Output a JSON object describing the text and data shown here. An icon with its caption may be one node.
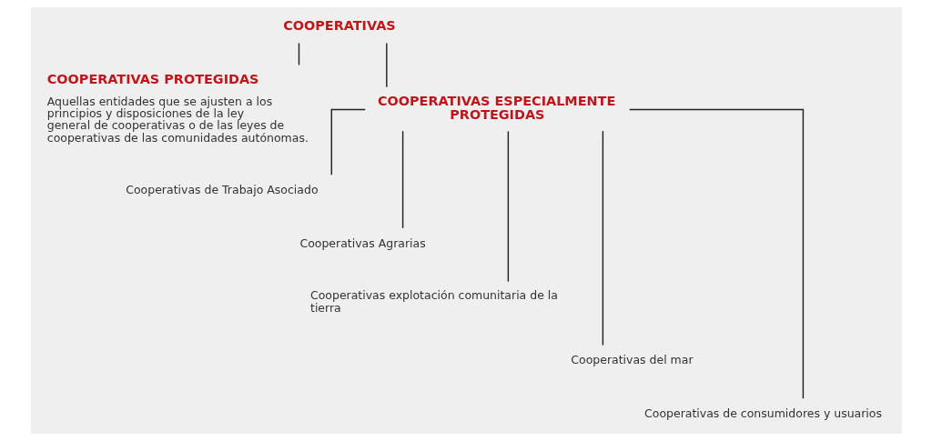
{
  "diagram": {
    "nodes": [
      {
        "text": [
          "COOPERATIVAS"
        ]
      },
      {
        "text": [
          "COOPERATIVAS PROTEGIDAS",
          "Aquellas entidades que se ajusten a los principios y disposiciones de la ley general de cooperativas o de las leyes de cooperativas de las comunidades autónomas."
        ]
      },
      {
        "text": [
          "COOPERATIVAS ESPECIALMENTE PROTEGIDAS"
        ]
      },
      {
        "text": [
          "Cooperativas de Trabajo Asociado"
        ]
      },
      {
        "text": [
          "Cooperativas Agrarias"
        ]
      },
      {
        "text": [
          "Cooperativas explotación comunitaria de la tierra"
        ]
      },
      {
        "text": [
          "Cooperativas del mar"
        ]
      },
      {
        "text": [
          "Cooperativas de consumidores y usuarios"
        ]
      }
    ],
    "edges": [
      {
        "from": 0,
        "to": 1,
        "arrow": "none"
      },
      {
        "from": 0,
        "to": 2,
        "arrow": "none"
      },
      {
        "from": 2,
        "to": 3,
        "arrow": "none"
      },
      {
        "from": 2,
        "to": 4,
        "arrow": "none"
      },
      {
        "from": 2,
        "to": 5,
        "arrow": "none"
      },
      {
        "from": 2,
        "to": 6,
        "arrow": "none"
      },
      {
        "from": 2,
        "to": 7,
        "arrow": "none"
      }
    ]
  }
}
